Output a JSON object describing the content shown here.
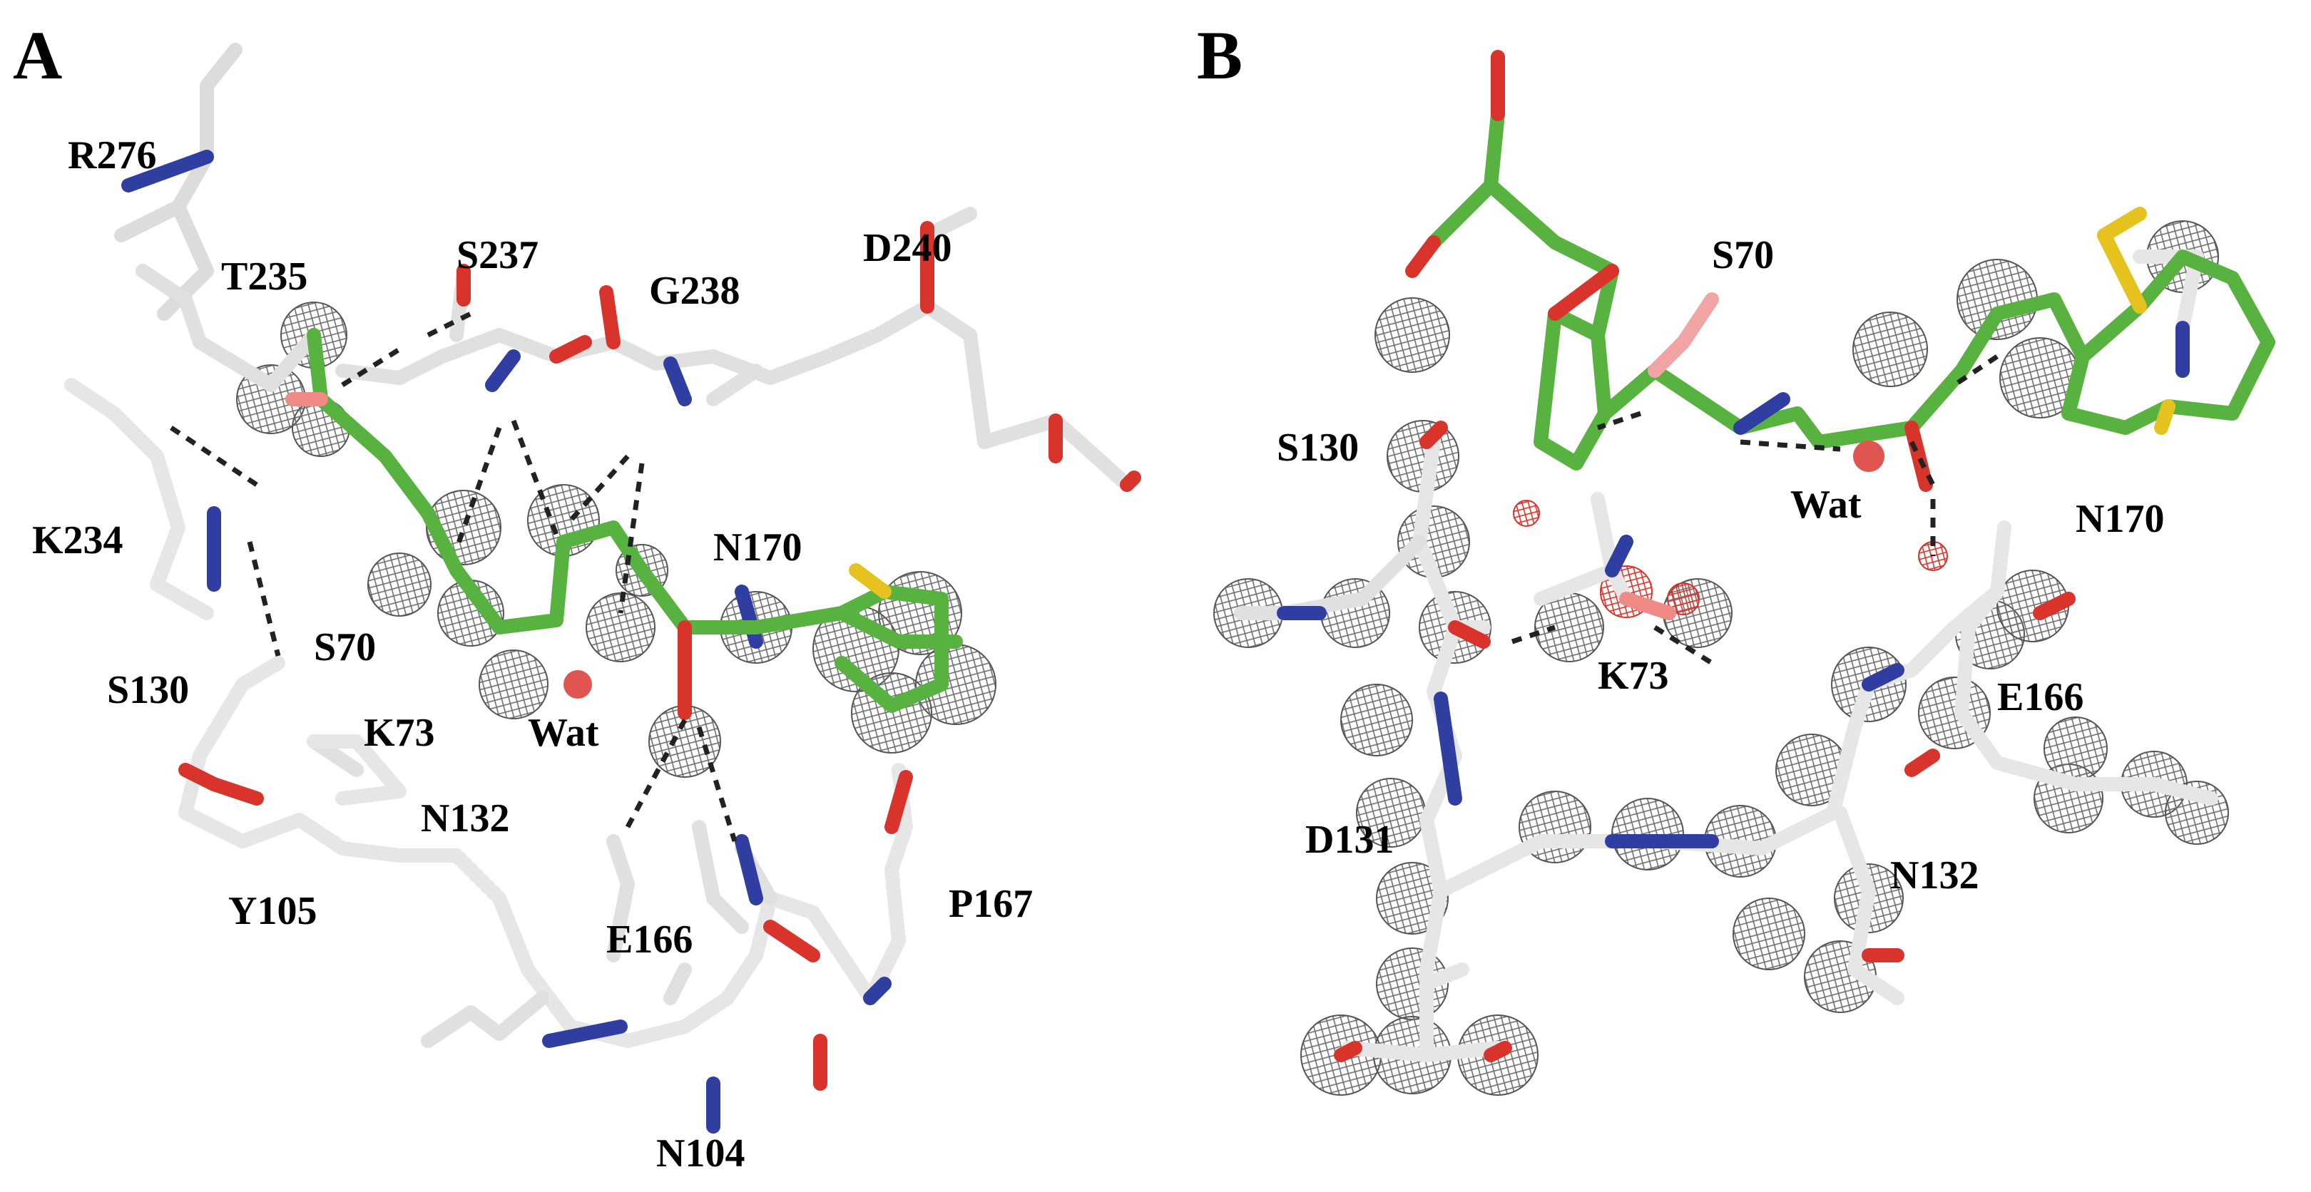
{
  "panel_a": {
    "letter": "A",
    "labels": [
      "R276",
      "T235",
      "S237",
      "G238",
      "D240",
      "K234",
      "N170",
      "S70",
      "S130",
      "K73",
      "Wat",
      "N132",
      "Y105",
      "E166",
      "P167",
      "N104"
    ]
  },
  "panel_b": {
    "letter": "B",
    "labels": [
      "S70",
      "S130",
      "Wat",
      "N170",
      "K73",
      "E166",
      "D131",
      "N132"
    ]
  },
  "colors": {
    "carbon_white": "#e6e6e6",
    "carbon_green": "#58b240",
    "nitrogen": "#2f3ea0",
    "oxygen": "#d9342b",
    "oxygen_light": "#f08a86",
    "sulfur": "#e6c21f",
    "mesh": "#6e6e6e",
    "mesh_red": "#d9342b",
    "hbond": "#222222"
  }
}
